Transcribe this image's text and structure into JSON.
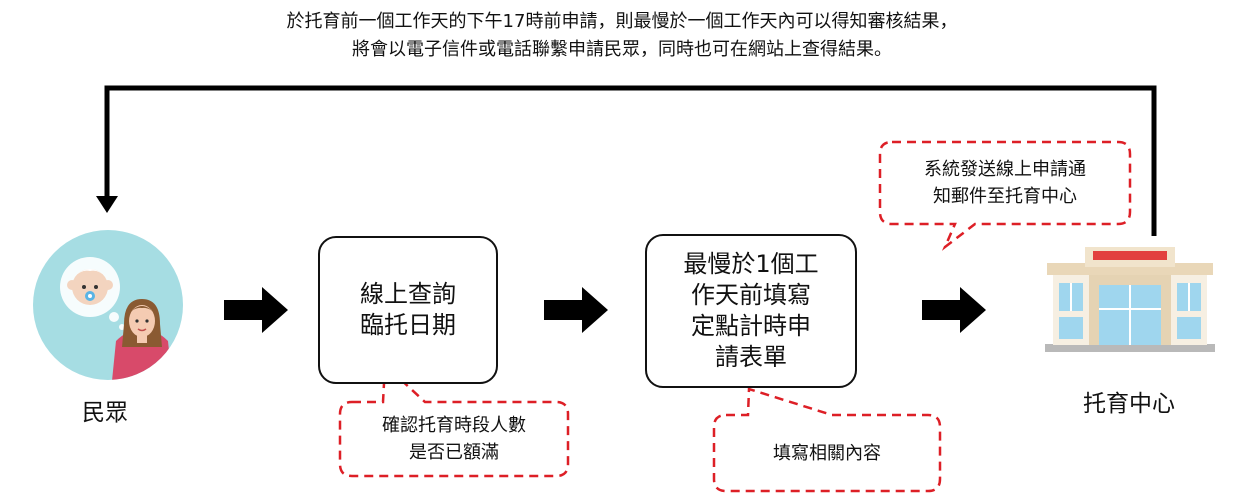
{
  "top_note": {
    "line1": "於托育前一個工作天的下午17時前申請，則最慢於一個工作天內可以得知審核結果，",
    "line2": "將會以電子信件或電話聯繫申請民眾，同時也可在網站上查得結果。"
  },
  "nodes": {
    "citizen": {
      "label": "民眾",
      "icon": "parent-baby-icon"
    },
    "step1": {
      "lines": [
        "線上查詢",
        "臨托日期"
      ]
    },
    "step2": {
      "lines": [
        "最慢於1個工",
        "作天前填寫",
        "定點計時申",
        "請表單"
      ]
    },
    "center": {
      "label": "托育中心",
      "icon": "building-icon"
    }
  },
  "callouts": {
    "step1_note": {
      "lines": [
        "確認托育時段人數",
        "是否已額滿"
      ]
    },
    "step2_note": {
      "lines": [
        "填寫相關內容"
      ]
    },
    "center_note": {
      "lines": [
        "系統發送線上申請通",
        "知郵件至托育中心"
      ]
    }
  },
  "colors": {
    "callout_border": "#dd1f26",
    "circle_bg": "#a6dde3",
    "arrow": "#000000"
  }
}
